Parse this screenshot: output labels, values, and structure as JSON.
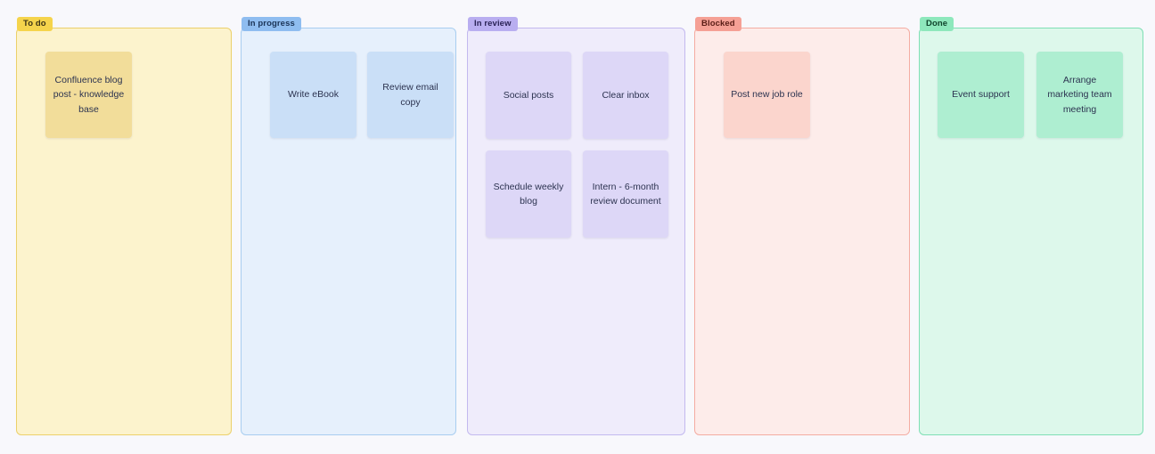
{
  "board": {
    "background": "#f8f8fc",
    "columns": [
      {
        "id": "todo",
        "label": "To do",
        "label_bg": "#f5d44c",
        "label_color": "#3d3414",
        "column_bg": "#fcf3cd",
        "column_border": "#ecd06a",
        "card_bg": "#f2dd9a",
        "cards": [
          {
            "title": "Confluence blog post - knowledge base"
          }
        ]
      },
      {
        "id": "inprogress",
        "label": "In progress",
        "label_bg": "#8fbdf0",
        "label_color": "#1b3457",
        "column_bg": "#e6f0fc",
        "column_border": "#a8cdf0",
        "card_bg": "#cadff7",
        "cards": [
          {
            "title": "Write eBook"
          },
          {
            "title": "Review email copy"
          }
        ]
      },
      {
        "id": "inreview",
        "label": "In review",
        "label_bg": "#b9aef0",
        "label_color": "#2b2457",
        "column_bg": "#efecfb",
        "column_border": "#c3b9ef",
        "card_bg": "#ddd7f7",
        "cards": [
          {
            "title": "Social posts"
          },
          {
            "title": "Clear inbox"
          },
          {
            "title": "Schedule weekly blog"
          },
          {
            "title": "Intern - 6-month review document"
          }
        ]
      },
      {
        "id": "blocked",
        "label": "Blocked",
        "label_bg": "#f5a095",
        "label_color": "#5a1d16",
        "column_bg": "#fdecea",
        "column_border": "#f4aca2",
        "card_bg": "#fbd5cd",
        "cards": [
          {
            "title": "Post new job role"
          }
        ]
      },
      {
        "id": "done",
        "label": "Done",
        "label_bg": "#8ee8bc",
        "label_color": "#10442c",
        "column_bg": "#ddf8eb",
        "column_border": "#7fdfb5",
        "card_bg": "#aeeed1",
        "cards": [
          {
            "title": "Event support"
          },
          {
            "title": "Arrange marketing team meeting"
          }
        ]
      }
    ]
  }
}
